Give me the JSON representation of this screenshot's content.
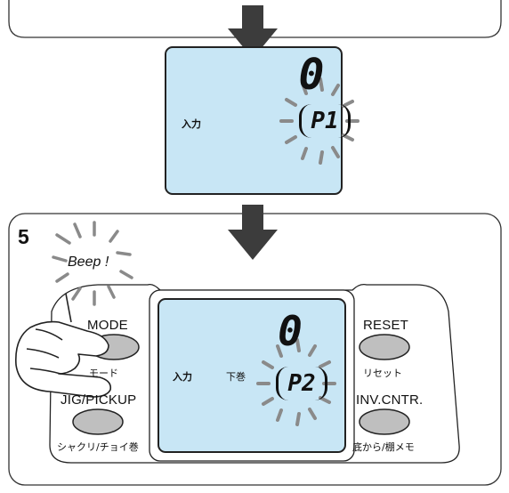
{
  "step_number": "5",
  "top_display": {
    "count": "0",
    "mode_text": "入力",
    "pattern": "P1"
  },
  "panel_display": {
    "count": "0",
    "mode_text": "入力",
    "direction_text": "下巻",
    "pattern": "P2"
  },
  "beep_text": "Beep !",
  "buttons": {
    "mode": {
      "label": "MODE",
      "sub": "モード"
    },
    "jig_pickup": {
      "label": "JIG/PICKUP",
      "sub": "シャクリ/チョイ巻"
    },
    "reset": {
      "label": "RESET",
      "sub": "リセット"
    },
    "inv_cntr": {
      "label": "INV.CNTR.",
      "sub": "底から/棚メモ"
    }
  },
  "colors": {
    "lcd": "#c8e6f5",
    "button": "#bfbfbf",
    "arrow": "#3c3c3c"
  }
}
